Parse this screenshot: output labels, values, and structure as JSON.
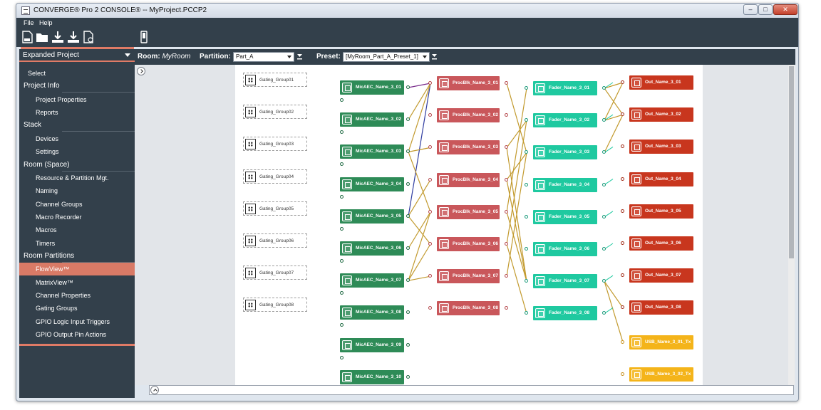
{
  "window": {
    "title": "CONVERGE® Pro 2 CONSOLE®  -- MyProject.PCCP2",
    "min": "–",
    "max": "□",
    "close": "✕"
  },
  "menu": {
    "file": "File",
    "help": "Help"
  },
  "toolbar": {
    "icons": [
      "pdf-icon",
      "open-folder-icon",
      "download-icon",
      "download-alt-icon",
      "new-file-icon",
      "device-icon"
    ]
  },
  "sidebar": {
    "header": "Expanded Project",
    "items": [
      {
        "label": "Select",
        "kind": "top"
      },
      {
        "label": "Project Info",
        "kind": "sec"
      },
      {
        "label": "Project Properties",
        "kind": "sub"
      },
      {
        "label": "Reports",
        "kind": "sub"
      },
      {
        "label": "Stack",
        "kind": "sec"
      },
      {
        "label": "Devices",
        "kind": "sub"
      },
      {
        "label": "Settings",
        "kind": "sub"
      },
      {
        "label": "Room (Space)",
        "kind": "sec"
      },
      {
        "label": "Resource & Partition Mgt.",
        "kind": "sub"
      },
      {
        "label": "Naming",
        "kind": "sub"
      },
      {
        "label": "Channel Groups",
        "kind": "sub"
      },
      {
        "label": "Macro Recorder",
        "kind": "sub"
      },
      {
        "label": "Macros",
        "kind": "sub"
      },
      {
        "label": "Timers",
        "kind": "sub"
      },
      {
        "label": "Room Partitions",
        "kind": "sec"
      },
      {
        "label": "FlowView™",
        "kind": "sub",
        "active": true
      },
      {
        "label": "MatrixView™",
        "kind": "sub"
      },
      {
        "label": "Channel Properties",
        "kind": "sub"
      },
      {
        "label": "Gating Groups",
        "kind": "sub"
      },
      {
        "label": "GPIO Logic Input Triggers",
        "kind": "sub"
      },
      {
        "label": "GPIO Output Pin Actions",
        "kind": "sub"
      }
    ]
  },
  "topbar": {
    "room_label": "Room:",
    "room_value": "MyRoom",
    "partition_label": "Partition:",
    "partition_value": "Part_A",
    "preset_label": "Preset:",
    "preset_value": "[MyRoom_Part_A_Preset_1]"
  },
  "flow": {
    "gating": [
      "Gating_Group01",
      "Gating_Group02",
      "Gating_Group03",
      "Gating_Group04",
      "Gating_Group05",
      "Gating_Group06",
      "Gating_Group07",
      "Gating_Group08"
    ],
    "mics": [
      "MicAEC_Name_3_01",
      "MicAEC_Name_3_02",
      "MicAEC_Name_3_03",
      "MicAEC_Name_3_04",
      "MicAEC_Name_3_05",
      "MicAEC_Name_3_06",
      "MicAEC_Name_3_07",
      "MicAEC_Name_3_08",
      "MicAEC_Name_3_09",
      "MicAEC_Name_3_10"
    ],
    "procs": [
      "ProcBlk_Name_3_01",
      "ProcBlk_Name_3_02",
      "ProcBlk_Name_3_03",
      "ProcBlk_Name_3_04",
      "ProcBlk_Name_3_05",
      "ProcBlk_Name_3_06",
      "ProcBlk_Name_3_07",
      "ProcBlk_Name_3_08"
    ],
    "faders": [
      "Fader_Name_3_01",
      "Fader_Name_3_02",
      "Fader_Name_3_03",
      "Fader_Name_3_04",
      "Fader_Name_3_05",
      "Fader_Name_3_06",
      "Fader_Name_3_07",
      "Fader_Name_3_08"
    ],
    "outs": [
      "Out_Name_3_01",
      "Out_Name_3_02",
      "Out_Name_3_03",
      "Out_Name_3_04",
      "Out_Name_3_05",
      "Out_Name_3_06",
      "Out_Name_3_07",
      "Out_Name_3_08"
    ],
    "usbs": [
      "USB_Name_3_01_Tx",
      "USB_Name_3_02_Tx"
    ],
    "colors": {
      "mic": "#2e8b57",
      "proc": "#c9575b",
      "fader": "#1fc9a0",
      "out": "#c8361e",
      "usb": "#f4b41a",
      "wire": "#c29a2e",
      "wire_purple": "#7a2d8c",
      "wire_blue": "#2f3ca0"
    }
  }
}
